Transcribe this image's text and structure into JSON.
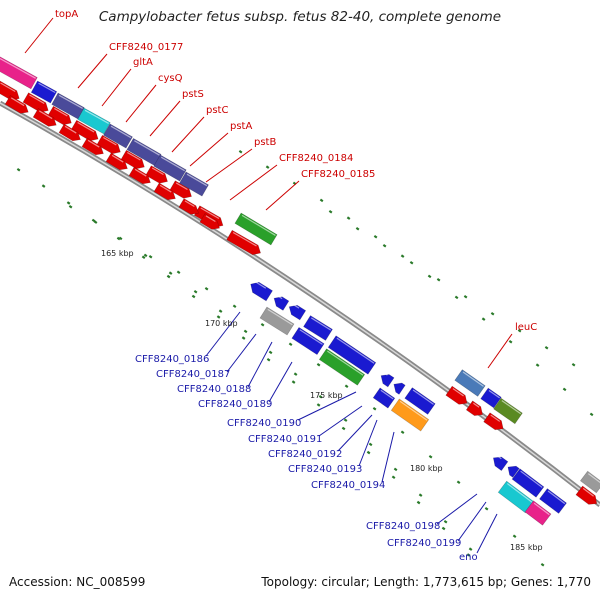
{
  "title": "Campylobacter fetus subsp. fetus 82-40, complete genome",
  "footer": {
    "accession": "Accession: NC_008599",
    "summary": "Topology: circular; Length: 1,773,615 bp; Genes: 1,770"
  },
  "genes_outer": [
    "topA",
    "CFF8240_0177",
    "gltA",
    "cysQ",
    "pstS",
    "pstC",
    "pstA",
    "pstB",
    "CFF8240_0184",
    "CFF8240_0185",
    "leuC"
  ],
  "genes_inner": [
    "CFF8240_0186",
    "CFF8240_0187",
    "CFF8240_0188",
    "CFF8240_0189",
    "CFF8240_0190",
    "CFF8240_0191",
    "CFF8240_0192",
    "CFF8240_0193",
    "CFF8240_0194",
    "CFF8240_0198",
    "CFF8240_0199",
    "eno"
  ],
  "ticks": [
    "165 kbp",
    "170 kbp",
    "175 kbp",
    "180 kbp",
    "185 kbp"
  ],
  "colors": {
    "forward_cds": "#1a1ad0",
    "reverse_cds": "#e00000",
    "rna_gene": "#2aa02a",
    "misc_pink": "#e8228a",
    "misc_cyan": "#19c8d0",
    "misc_slate": "#4a4a9a",
    "misc_orange": "#ff9a1a",
    "misc_gray": "#9a9a9a",
    "backbone": "#8a8a8a",
    "label_outer": "#cc0000",
    "label_inner": "#1a1aa8",
    "dots": "#2a7a2a"
  }
}
